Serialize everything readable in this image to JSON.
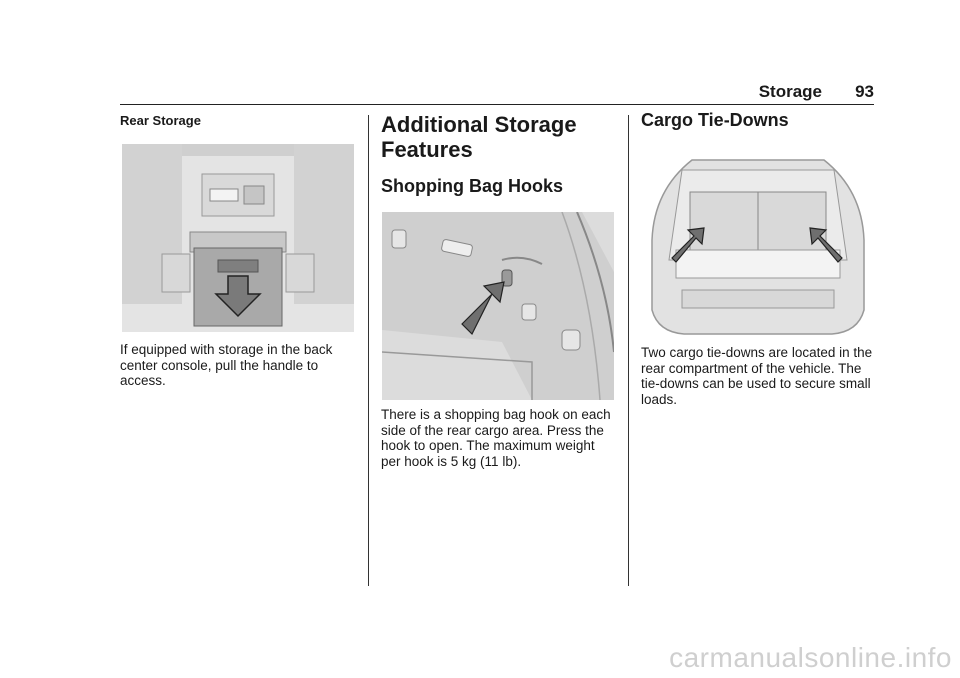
{
  "header": {
    "section": "Storage",
    "page_number": "93"
  },
  "col1": {
    "subheading": "Rear Storage",
    "body": "If equipped with storage in the back center console, pull the handle to access."
  },
  "col2": {
    "title": "Additional Storage Features",
    "subheading": "Shopping Bag Hooks",
    "body": "There is a shopping bag hook on each side of the rear cargo area. Press the hook to open. The maximum weight per hook is 5 kg (11 lb)."
  },
  "col3": {
    "subheading": "Cargo Tie-Downs",
    "body": "Two cargo tie-downs are located in the rear compartment of the vehicle. The tie-downs can be used to secure small loads."
  },
  "watermark": "carmanualsonline.info"
}
